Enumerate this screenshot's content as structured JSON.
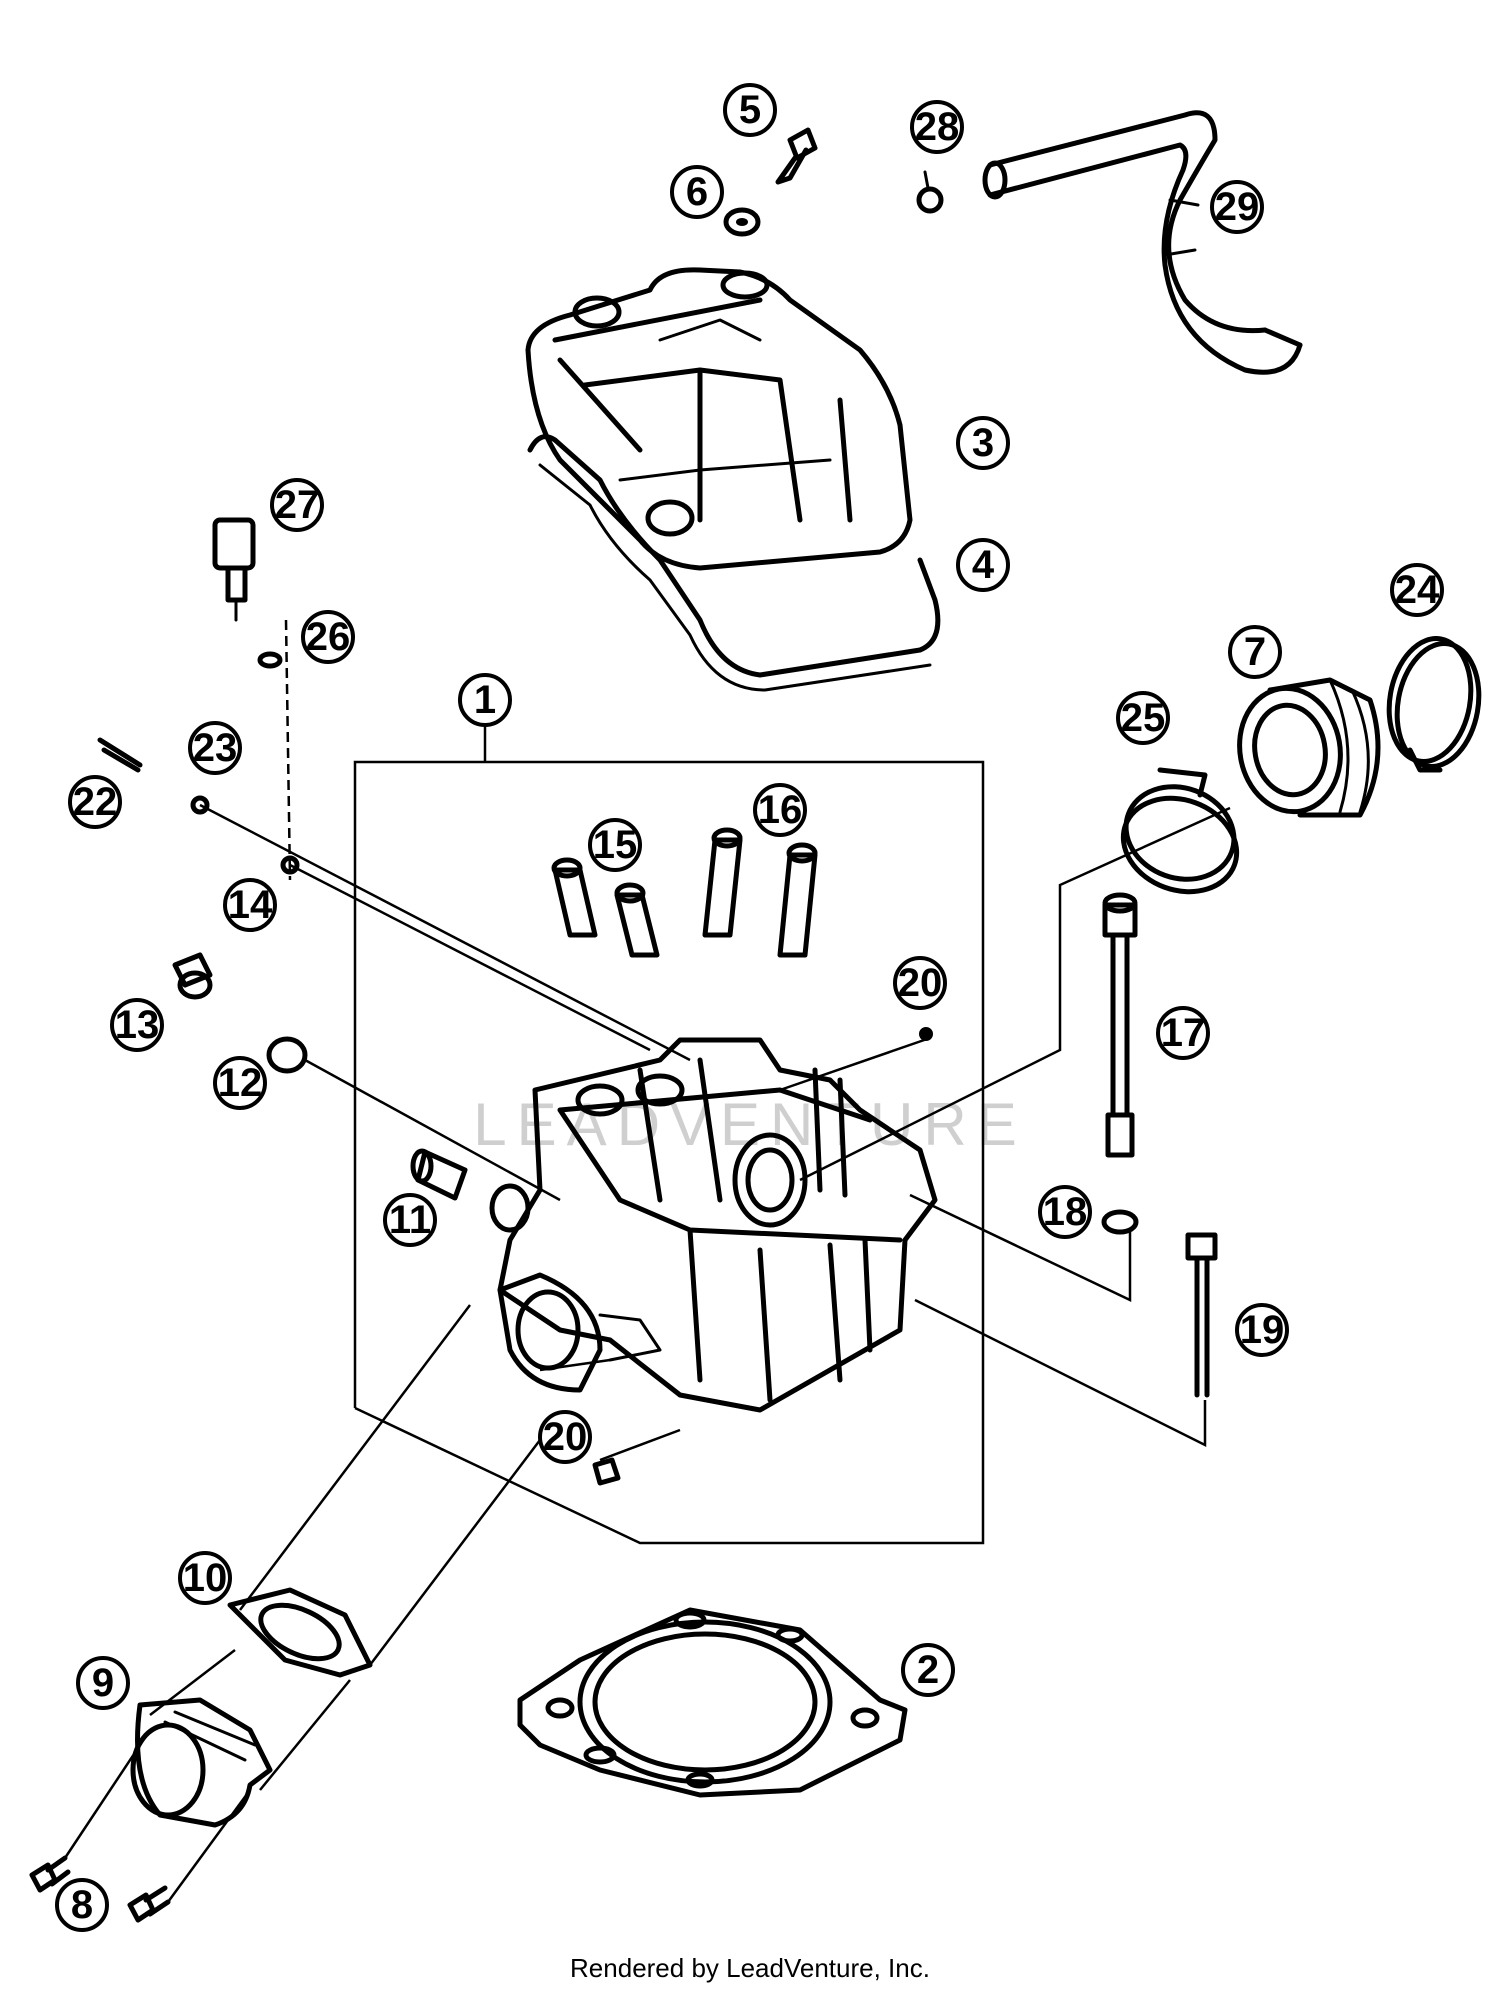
{
  "callouts": [
    {
      "id": "c1",
      "label": "1"
    },
    {
      "id": "c2",
      "label": "2"
    },
    {
      "id": "c3",
      "label": "3"
    },
    {
      "id": "c4",
      "label": "4"
    },
    {
      "id": "c5",
      "label": "5"
    },
    {
      "id": "c6",
      "label": "6"
    },
    {
      "id": "c7",
      "label": "7"
    },
    {
      "id": "c8",
      "label": "8"
    },
    {
      "id": "c9",
      "label": "9"
    },
    {
      "id": "c10",
      "label": "10"
    },
    {
      "id": "c11",
      "label": "11"
    },
    {
      "id": "c12",
      "label": "12"
    },
    {
      "id": "c13",
      "label": "13"
    },
    {
      "id": "c14",
      "label": "14"
    },
    {
      "id": "c15",
      "label": "15"
    },
    {
      "id": "c16",
      "label": "16"
    },
    {
      "id": "c17",
      "label": "17"
    },
    {
      "id": "c18",
      "label": "18"
    },
    {
      "id": "c19",
      "label": "19"
    },
    {
      "id": "c20a",
      "label": "20"
    },
    {
      "id": "c20b",
      "label": "20"
    },
    {
      "id": "c22",
      "label": "22"
    },
    {
      "id": "c23",
      "label": "23"
    },
    {
      "id": "c24",
      "label": "24"
    },
    {
      "id": "c25",
      "label": "25"
    },
    {
      "id": "c26",
      "label": "26"
    },
    {
      "id": "c27",
      "label": "27"
    },
    {
      "id": "c28",
      "label": "28"
    },
    {
      "id": "c29",
      "label": "29"
    }
  ],
  "watermark": "LEADVENTURE",
  "footer": "Rendered by LeadVenture, Inc."
}
